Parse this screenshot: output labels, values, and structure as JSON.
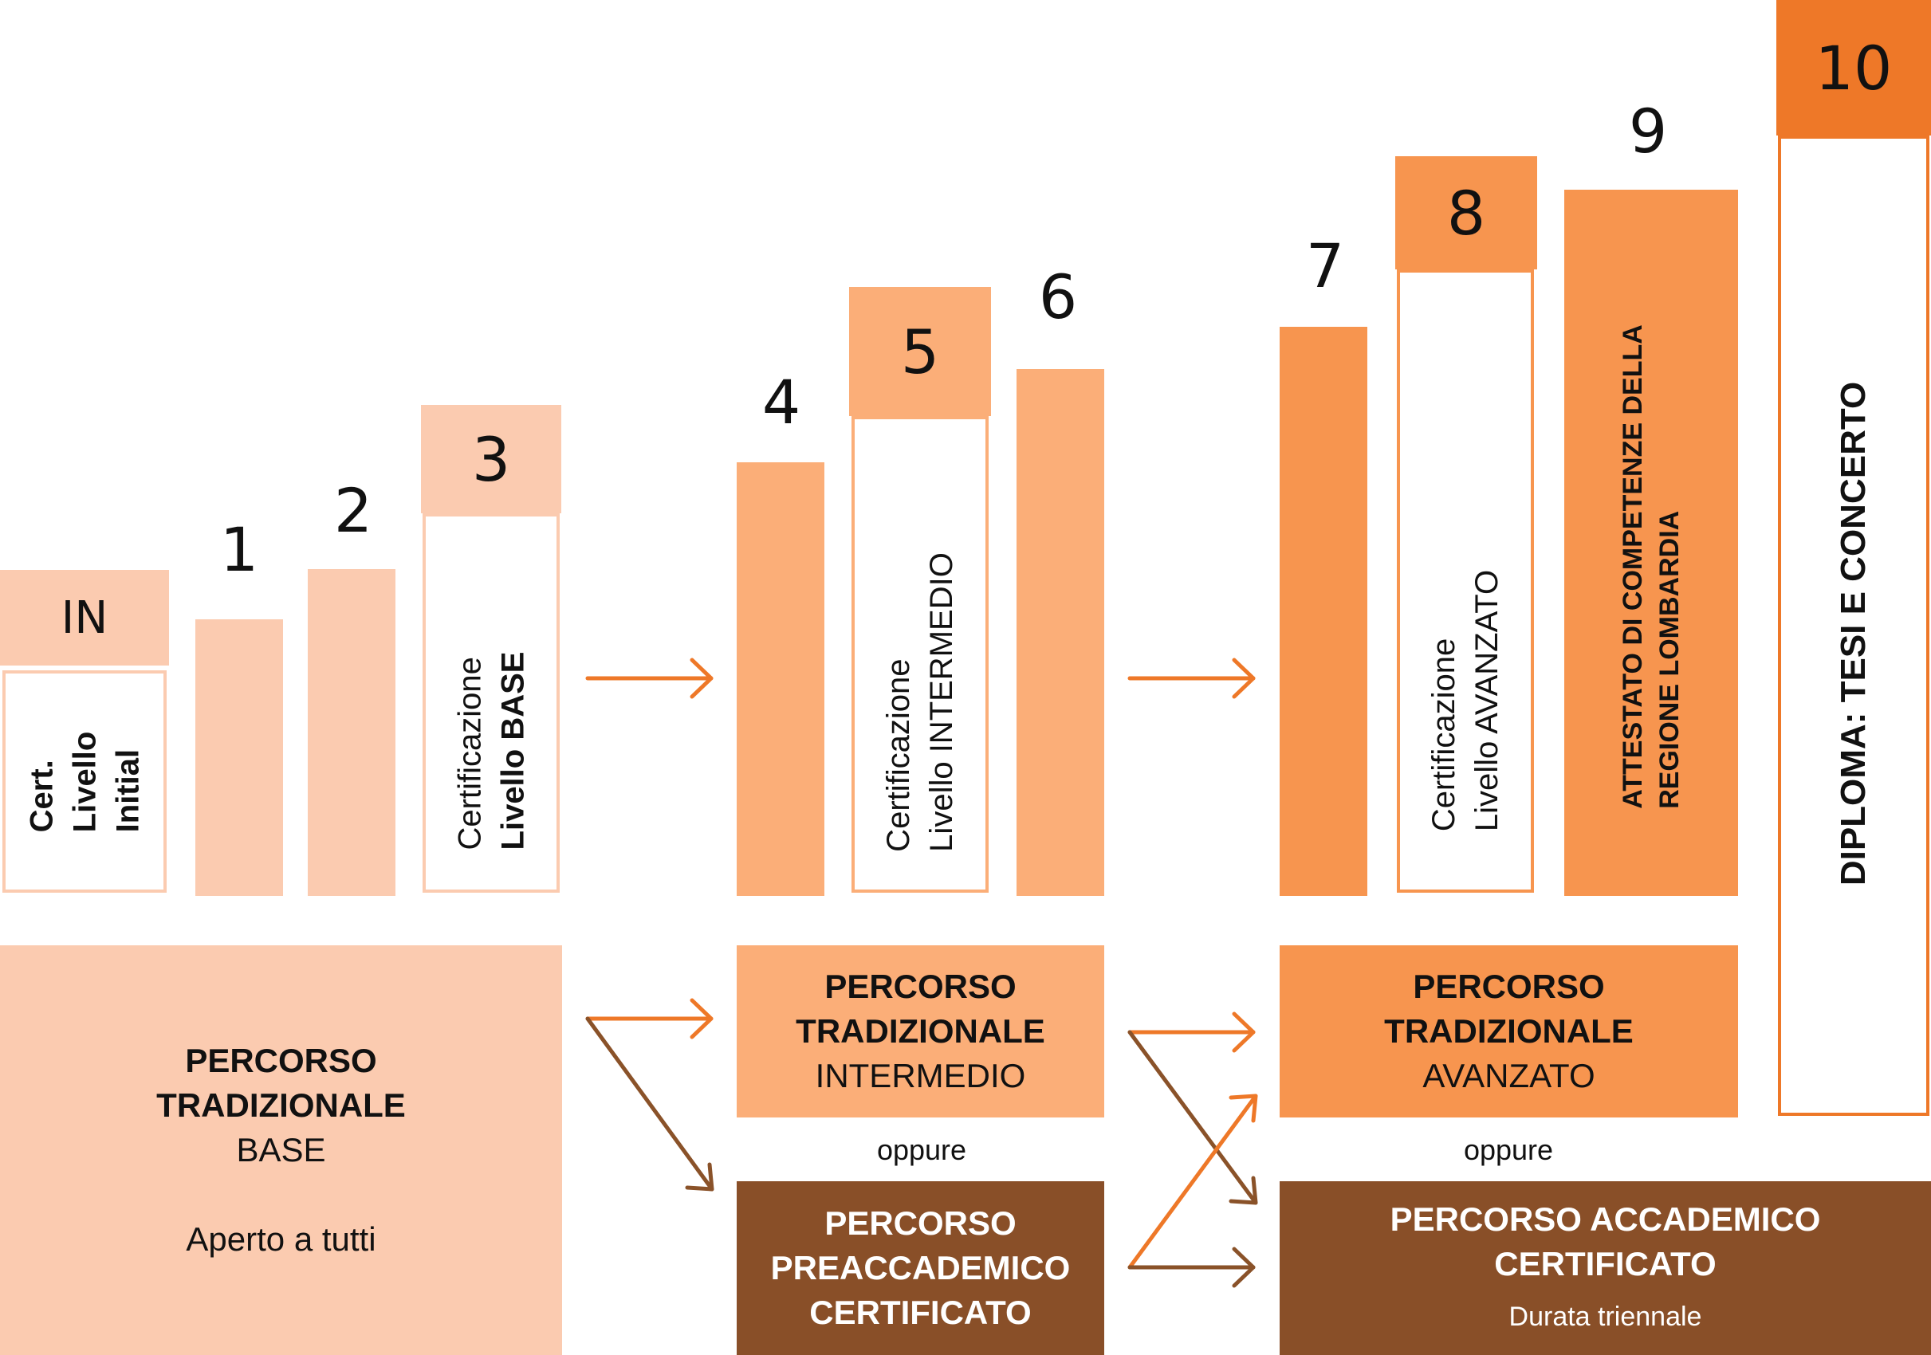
{
  "colors": {
    "level_light": "#fbcbb0",
    "level_mid": "#fbae78",
    "level_strong": "#f7954f",
    "level_top": "#ee7828",
    "academic_brown": "#894f28",
    "arrow_orange": "#ee7828",
    "arrow_brown": "#8a5229"
  },
  "levels": {
    "in": "IN",
    "l1": "1",
    "l2": "2",
    "l3": "3",
    "l4": "4",
    "l5": "5",
    "l6": "6",
    "l7": "7",
    "l8": "8",
    "l9": "9",
    "l10": "10"
  },
  "certifications": {
    "initial": [
      "Cert.",
      "Livello",
      "Initial"
    ],
    "base": [
      "Certificazione",
      "Livello BASE"
    ],
    "intermedio": [
      "Certificazione",
      "Livello INTERMEDIO"
    ],
    "avanzato": [
      "Certificazione",
      "Livello AVANZATO"
    ],
    "attestato": [
      "ATTESTATO DI COMPETENZE DELLA",
      "REGIONE LOMBARDIA"
    ],
    "diploma": "DIPLOMA: TESI E CONCERTO"
  },
  "paths": {
    "base": {
      "title_1": "PERCORSO",
      "title_2": "TRADIZIONALE",
      "subtitle": "BASE",
      "note": "Aperto a tutti"
    },
    "intermedio": {
      "title_1": "PERCORSO",
      "title_2": "TRADIZIONALE",
      "subtitle": "INTERMEDIO"
    },
    "preaccademico": {
      "title_1": "PERCORSO",
      "title_2": "PREACCADEMICO",
      "title_3": "CERTIFICATO"
    },
    "avanzato": {
      "title_1": "PERCORSO",
      "title_2": "TRADIZIONALE",
      "subtitle": "AVANZATO"
    },
    "accademico": {
      "title_1": "PERCORSO ACCADEMICO",
      "title_2": "CERTIFICATO",
      "note": "Durata triennale"
    },
    "oppure_1": "oppure",
    "oppure_2": "oppure"
  }
}
